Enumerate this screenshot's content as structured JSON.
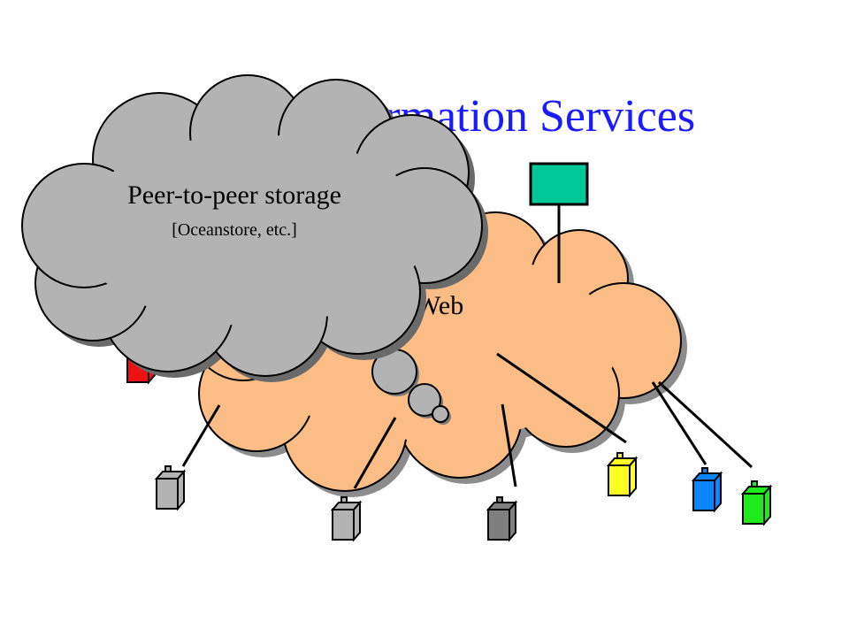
{
  "slide": {
    "title": "Internet Information Services",
    "title_color": "#1a1aff"
  },
  "web_cloud": {
    "label": "Web",
    "fill": "#fbbd85"
  },
  "p2p_cloud": {
    "title": "Peer-to-peer storage",
    "subtitle": "[Oceanstore, etc.]",
    "fill": "#b3b3b3"
  },
  "server": {
    "color": "#00c896"
  },
  "devices": [
    {
      "name": "red",
      "color": "#ee1111"
    },
    {
      "name": "gray-left",
      "color": "#b3b3b3"
    },
    {
      "name": "gray-mid",
      "color": "#b3b3b3"
    },
    {
      "name": "gray-dark",
      "color": "#7f7f7f"
    },
    {
      "name": "yellow",
      "color": "#ffff22"
    },
    {
      "name": "blue",
      "color": "#0c86ff"
    },
    {
      "name": "green",
      "color": "#1eea1e"
    }
  ]
}
